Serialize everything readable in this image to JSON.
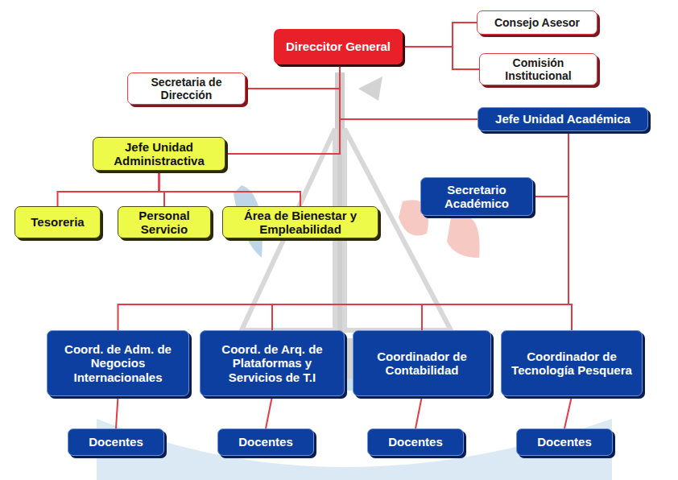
{
  "diagram": {
    "nodes": [
      {
        "text": [
          "Direccitor General"
        ]
      },
      {
        "text": [
          "Consejo Asesor"
        ]
      },
      {
        "text": [
          "Comisión Institucional"
        ]
      },
      {
        "text": [
          "Secretaria de Dirección"
        ]
      },
      {
        "text": [
          "Jefe Unidad Académica"
        ]
      },
      {
        "text": [
          "Jefe Unidad Administractiva"
        ]
      },
      {
        "text": [
          "Secretario Académico"
        ]
      },
      {
        "text": [
          "Tesoreria"
        ]
      },
      {
        "text": [
          "Personal Servicio"
        ]
      },
      {
        "text": [
          "Área de Bienestar y Empleabilidad"
        ]
      },
      {
        "text": [
          "Coord. de Adm. de Negocios Internacionales"
        ]
      },
      {
        "text": [
          "Coord. de Arq. de Plataformas y Servicios de T.I"
        ]
      },
      {
        "text": [
          "Coordinador de Contabilidad"
        ]
      },
      {
        "text": [
          "Coordinador de Tecnología Pesquera"
        ]
      },
      {
        "text": [
          "Docentes"
        ]
      },
      {
        "text": [
          "Docentes"
        ]
      },
      {
        "text": [
          "Docentes"
        ]
      },
      {
        "text": [
          "Docentes"
        ]
      }
    ],
    "edges": [
      {
        "from": 0,
        "to": 1,
        "arrow": "none"
      },
      {
        "from": 0,
        "to": 2,
        "arrow": "none"
      },
      {
        "from": 0,
        "to": 3,
        "arrow": "none"
      },
      {
        "from": 0,
        "to": 4,
        "arrow": "none"
      },
      {
        "from": 0,
        "to": 5,
        "arrow": "none"
      },
      {
        "from": 5,
        "to": 7,
        "arrow": "none"
      },
      {
        "from": 5,
        "to": 8,
        "arrow": "none"
      },
      {
        "from": 5,
        "to": 9,
        "arrow": "none"
      },
      {
        "from": 4,
        "to": 6,
        "arrow": "none"
      },
      {
        "from": 4,
        "to": 10,
        "arrow": "none"
      },
      {
        "from": 4,
        "to": 11,
        "arrow": "none"
      },
      {
        "from": 4,
        "to": 12,
        "arrow": "none"
      },
      {
        "from": 4,
        "to": 13,
        "arrow": "none"
      },
      {
        "from": 10,
        "to": 14,
        "arrow": "none"
      },
      {
        "from": 11,
        "to": 15,
        "arrow": "none"
      },
      {
        "from": 12,
        "to": 16,
        "arrow": "none"
      },
      {
        "from": 13,
        "to": 17,
        "arrow": "none"
      }
    ]
  }
}
